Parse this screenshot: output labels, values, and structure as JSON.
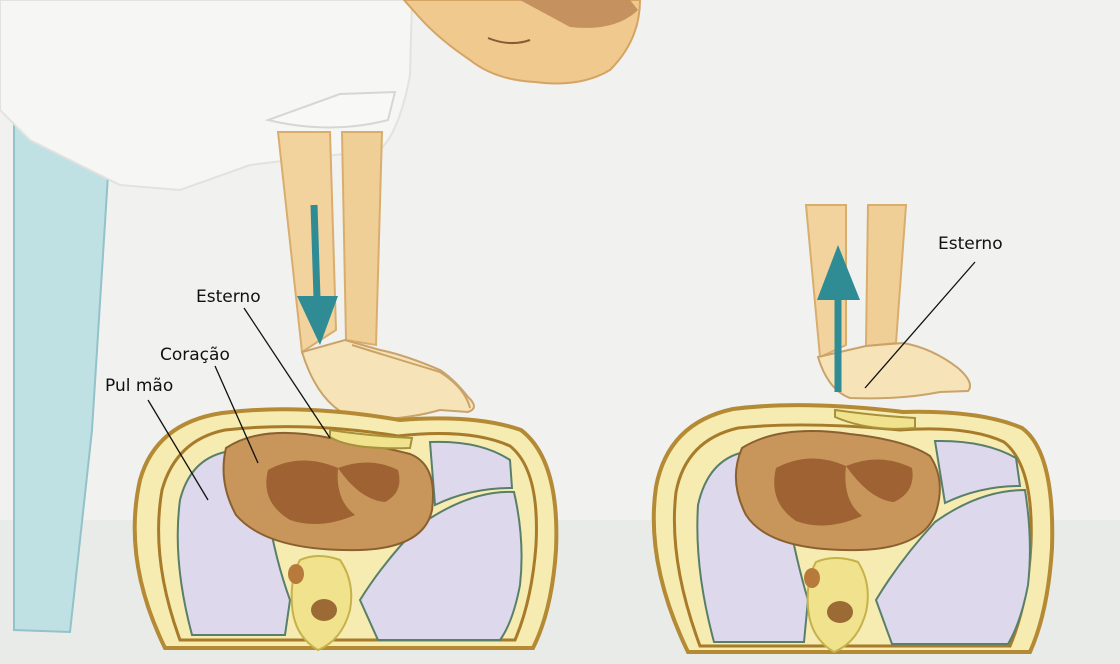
{
  "labels": {
    "esterno_left": "Esterno",
    "coracao": "Coração",
    "pulmao": "Pul mão",
    "esterno_right": "Esterno"
  },
  "colors": {
    "background": "#ececec",
    "arrow": "#2f8c94",
    "skin": "#f2d7a7",
    "body_wall": "#f6ebb0",
    "ribs": "#b58a35",
    "lung": "#ddd8ec",
    "heart": "#c8955a",
    "heart_chamber": "#9e6233",
    "spine": "#f1e38e",
    "sleeve": "#bfe1e4"
  },
  "icons": {
    "down_arrow": "compression-down-arrow-icon",
    "up_arrow": "release-up-arrow-icon"
  }
}
